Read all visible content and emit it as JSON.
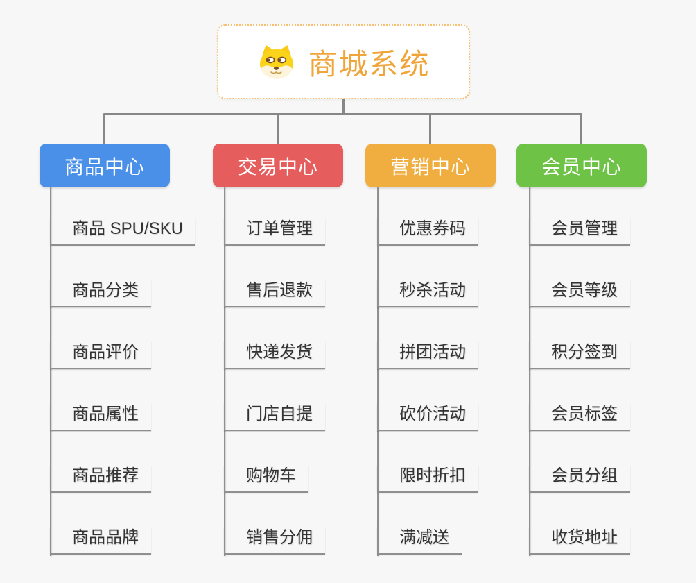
{
  "root": {
    "title": "商城系统",
    "icon": "dog-face-icon"
  },
  "branches": [
    {
      "label": "商品中心",
      "color": "#4a90e8",
      "children": [
        "商品 SPU/SKU",
        "商品分类",
        "商品评价",
        "商品属性",
        "商品推荐",
        "商品品牌"
      ]
    },
    {
      "label": "交易中心",
      "color": "#e65d5d",
      "children": [
        "订单管理",
        "售后退款",
        "快递发货",
        "门店自提",
        "购物车",
        "销售分佣"
      ]
    },
    {
      "label": "营销中心",
      "color": "#efae3f",
      "children": [
        "优惠券码",
        "秒杀活动",
        "拼团活动",
        "砍价活动",
        "限时折扣",
        "满减送"
      ]
    },
    {
      "label": "会员中心",
      "color": "#6ec347",
      "children": [
        "会员管理",
        "会员等级",
        "积分签到",
        "会员标签",
        "会员分组",
        "收货地址"
      ]
    }
  ],
  "colors": {
    "background": "#f7f7f7",
    "connector": "#878787",
    "underline": "#8f8f8f",
    "root_accent": "#f0a53b",
    "root_border": "#f6be6e",
    "leaf_text": "#333333"
  }
}
